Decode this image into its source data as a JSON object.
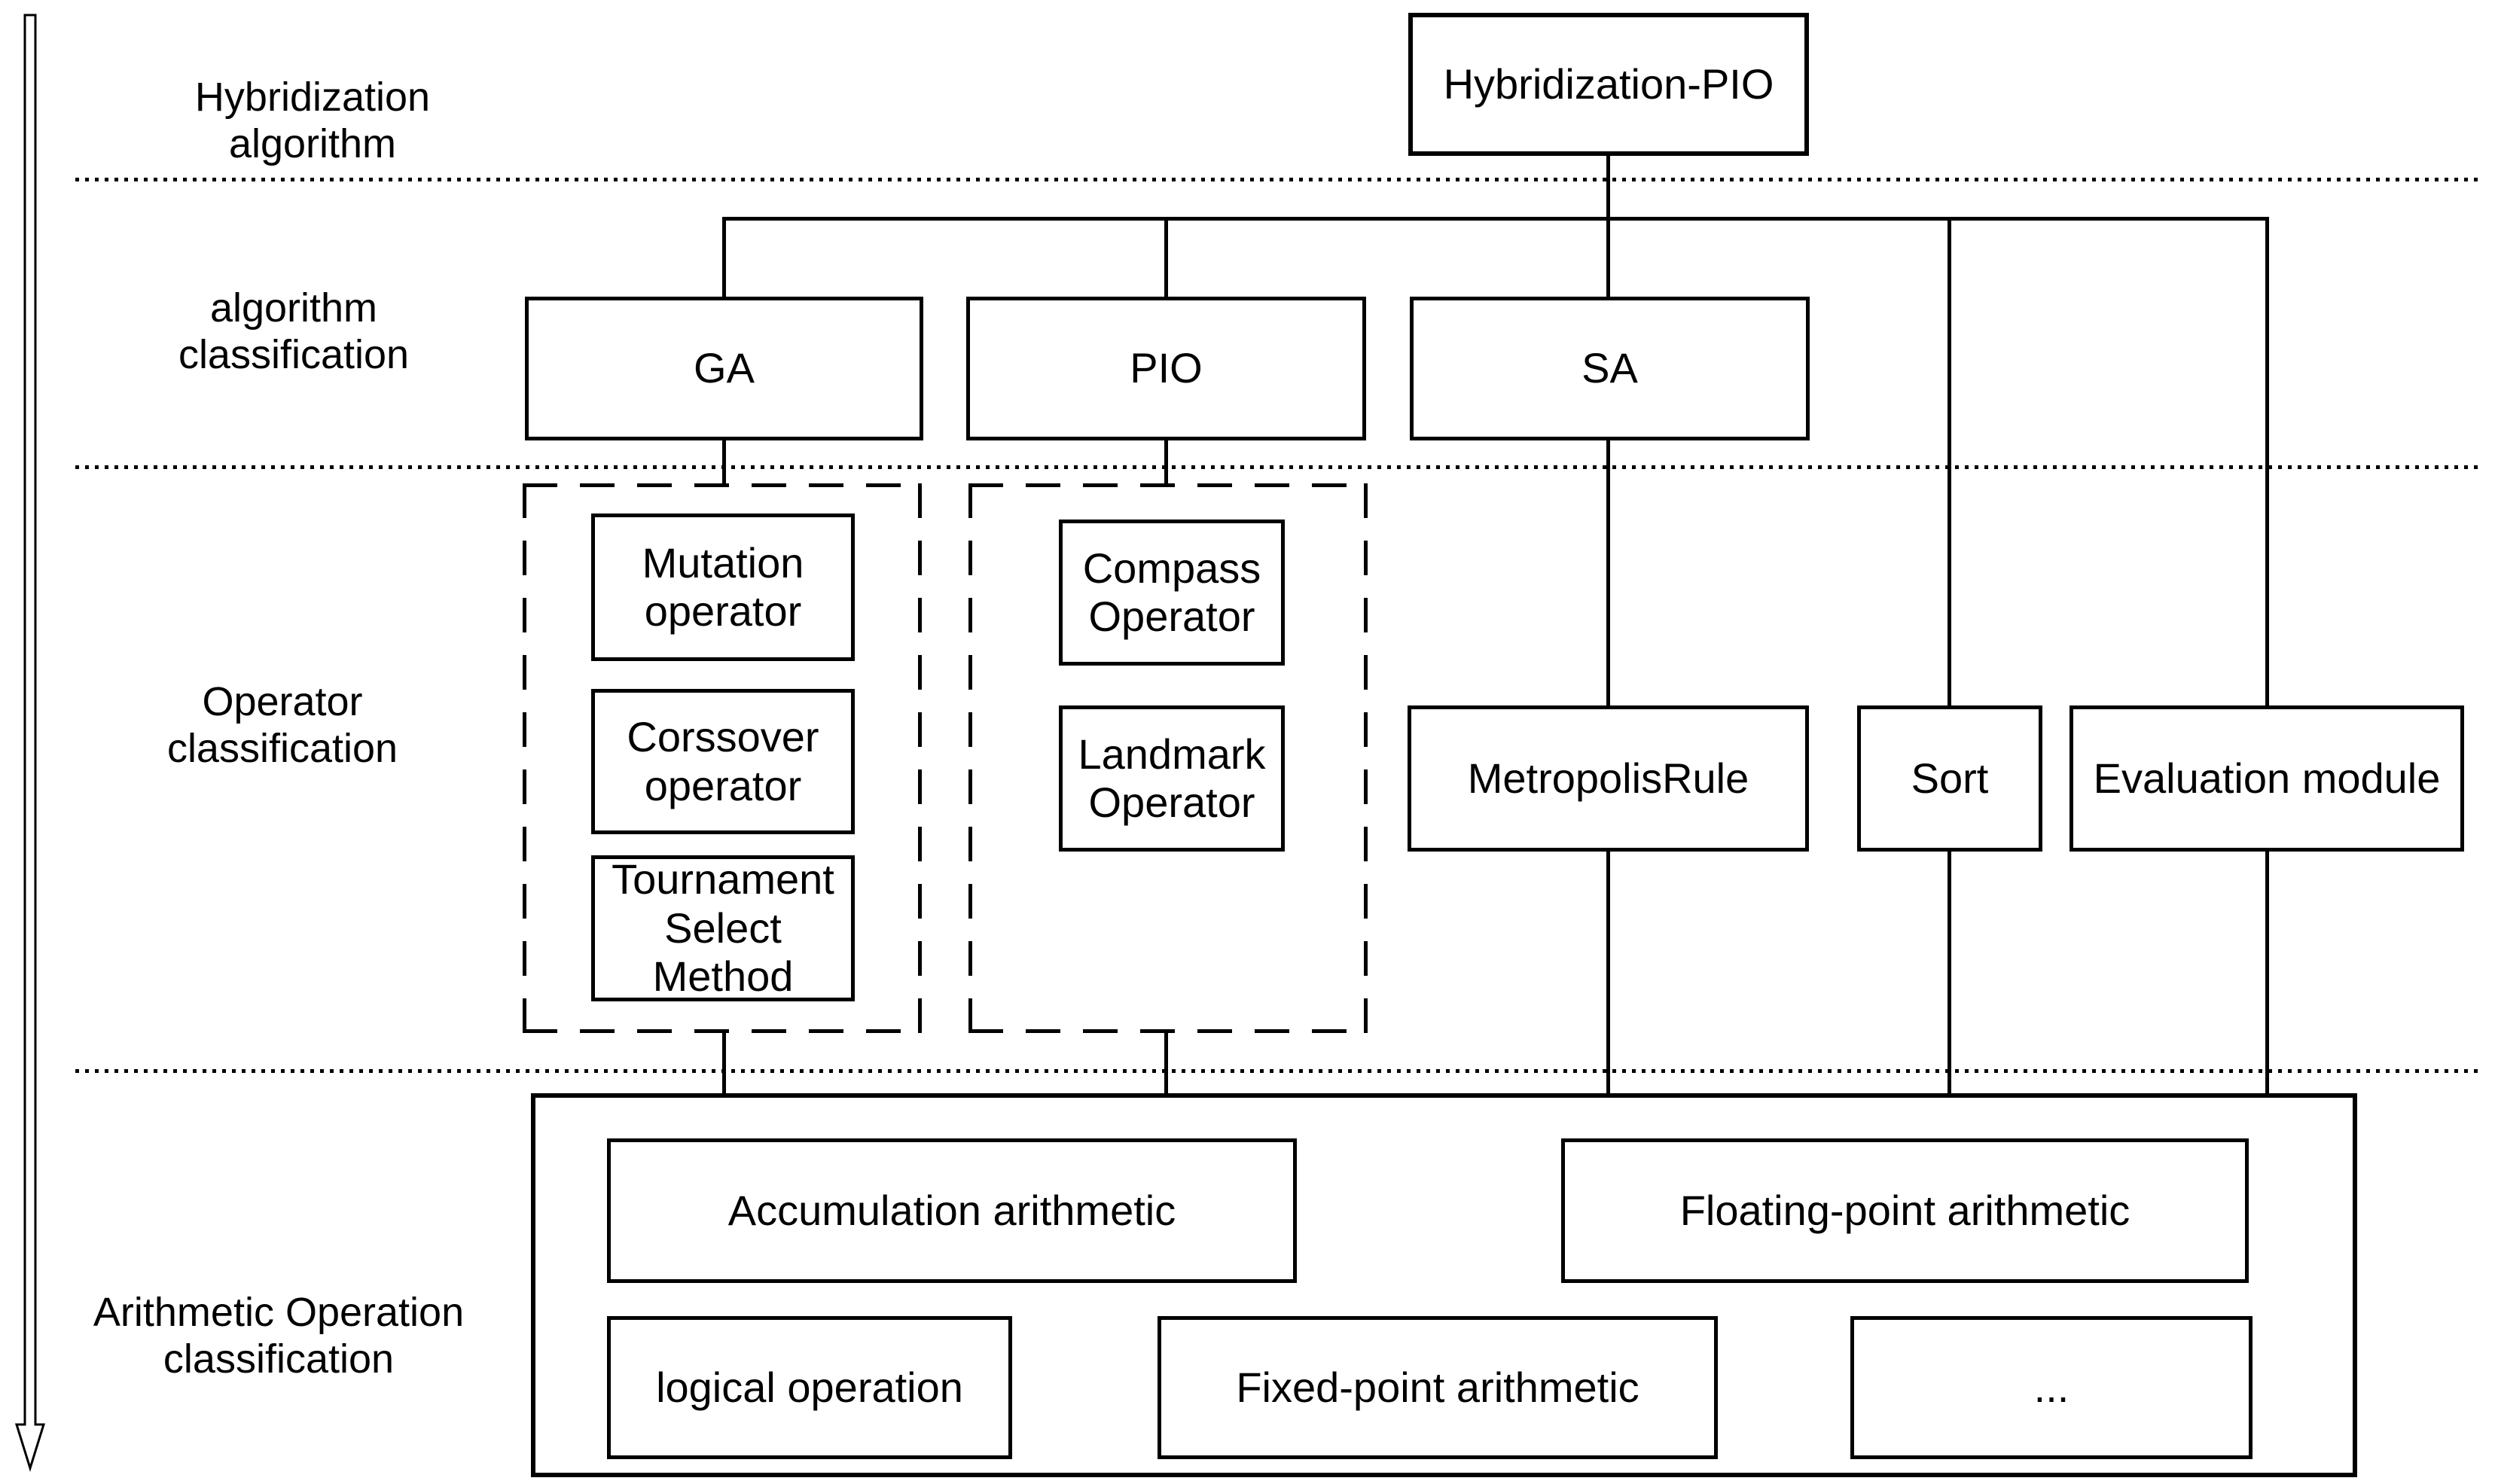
{
  "colors": {
    "line": "#000000",
    "background": "#ffffff",
    "text": "#000000"
  },
  "icons": {
    "flow_direction": "down-arrow"
  },
  "row_labels": {
    "hybridization_algorithm": "Hybridization\nalgorithm",
    "algorithm_classification": "algorithm\nclassification",
    "operator_classification": "Operator\nclassification",
    "arithmetic_operation_classification": "Arithmetic Operation\nclassification"
  },
  "nodes": {
    "root": "Hybridization-PIO",
    "ga": "GA",
    "pio": "PIO",
    "sa": "SA",
    "mutation_operator": "Mutation\noperator",
    "corssover_operator": "Corssover\noperator",
    "tournament_select_method": "Tournament\nSelect\nMethod",
    "compass_operator": "Compass\nOperator",
    "landmark_operator": "Landmark\nOperator",
    "metropolis_rule": "MetropolisRule",
    "sort": "Sort",
    "evaluation_module": "Evaluation module",
    "accumulation_arithmetic": "Accumulation arithmetic",
    "floating_point_arithmetic": "Floating-point arithmetic",
    "logical_operation": "logical operation",
    "fixed_point_arithmetic": "Fixed-point arithmetic",
    "ellipsis": "..."
  }
}
